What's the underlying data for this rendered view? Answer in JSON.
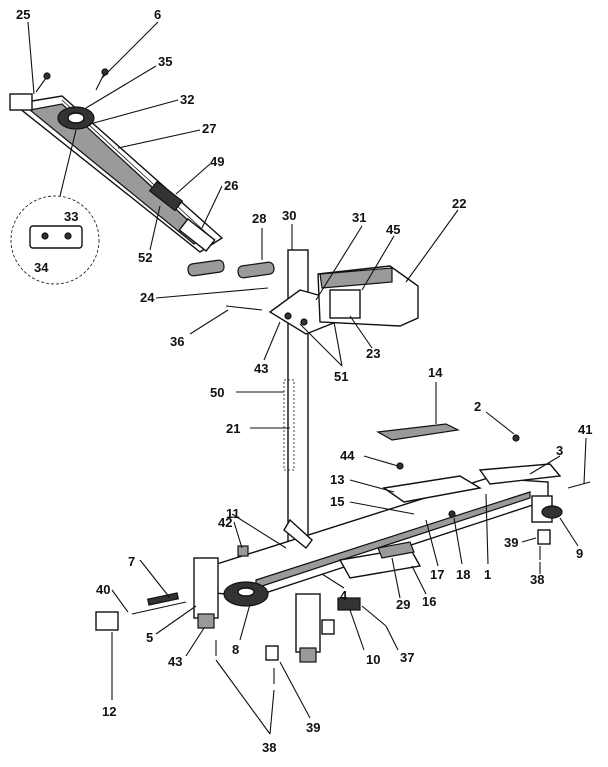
{
  "diagram": {
    "labels": [
      "25",
      "6",
      "35",
      "32",
      "27",
      "49",
      "26",
      "33",
      "34",
      "52",
      "28",
      "30",
      "31",
      "45",
      "22",
      "24",
      "36",
      "43",
      "51",
      "23",
      "50",
      "21",
      "14",
      "2",
      "41",
      "3",
      "44",
      "13",
      "15",
      "1",
      "18",
      "39",
      "9",
      "38",
      "42",
      "11",
      "7",
      "40",
      "5",
      "43",
      "8",
      "4",
      "29",
      "16",
      "17",
      "10",
      "37",
      "12",
      "39",
      "38"
    ]
  }
}
